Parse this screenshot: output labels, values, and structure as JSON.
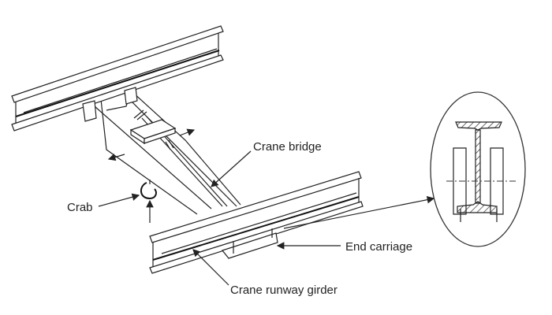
{
  "diagram": {
    "labels": {
      "crane_bridge": "Crane bridge",
      "crab": "Crab",
      "end_carriage": "End carriage",
      "crane_runway_girder": "Crane runway girder"
    },
    "colors": {
      "line": "#222222",
      "background": "#ffffff"
    }
  }
}
